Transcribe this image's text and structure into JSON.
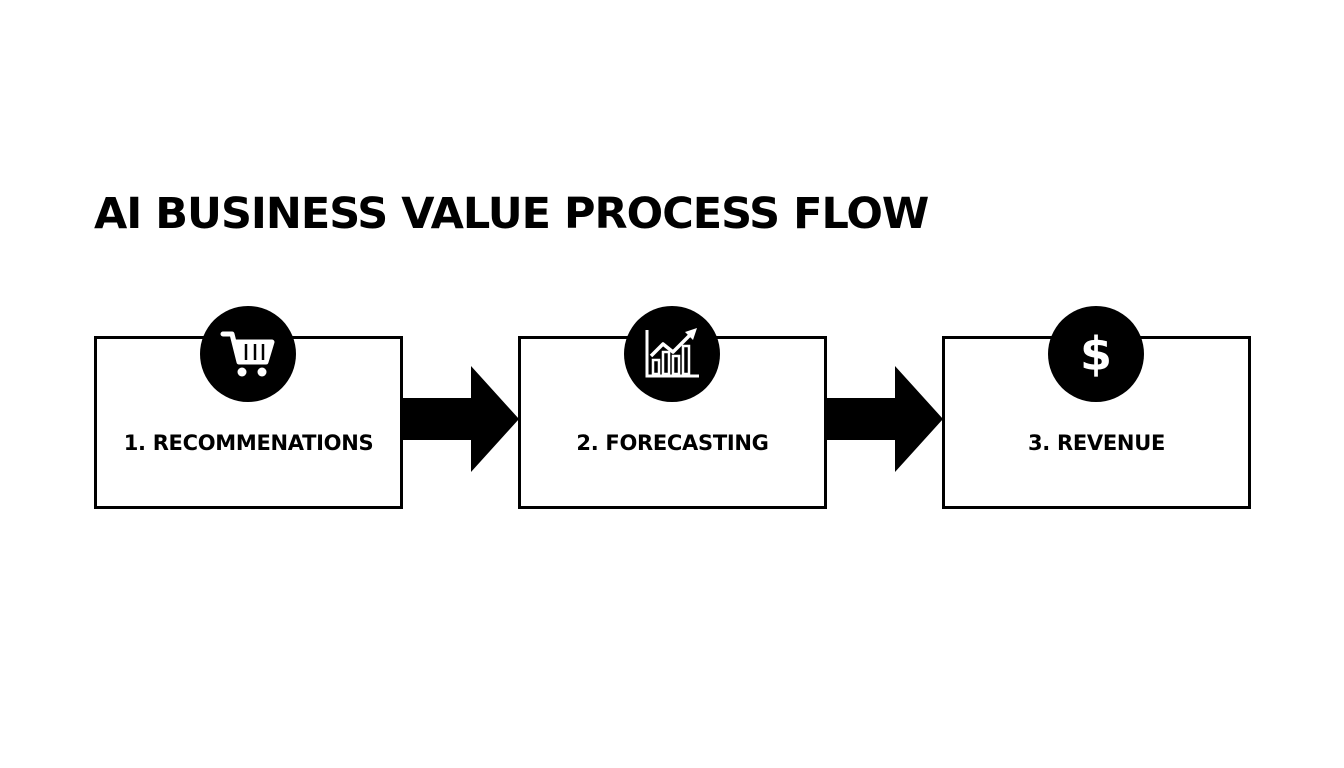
{
  "title": "AI BUSINESS VALUE PROCESS FLOW",
  "colors": {
    "ink": "#000000",
    "background": "#ffffff"
  },
  "steps": [
    {
      "label": "1. RECOMMENATIONS",
      "icon": "shopping-cart-icon"
    },
    {
      "label": "2. FORECASTING",
      "icon": "trending-chart-icon"
    },
    {
      "label": "3. REVENUE",
      "icon": "dollar-icon",
      "icon_text": "$"
    }
  ]
}
